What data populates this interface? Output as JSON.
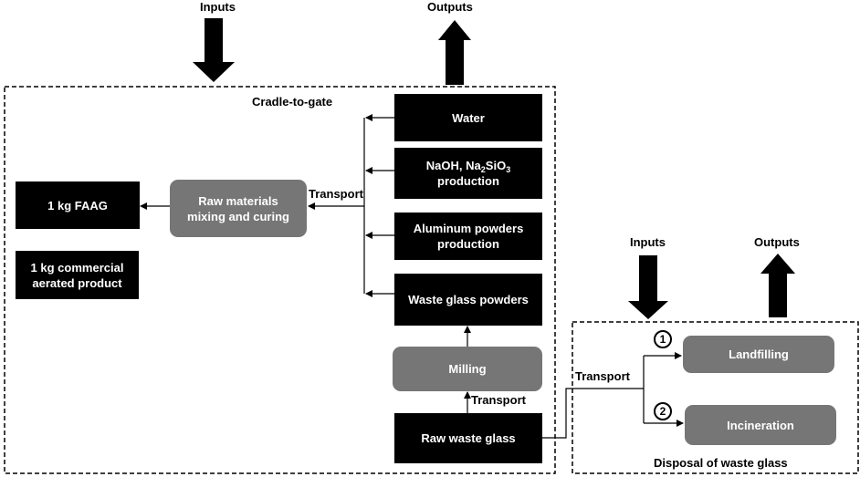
{
  "labels": {
    "inputs_main": "Inputs",
    "outputs_main": "Outputs",
    "cradle_to_gate": "Cradle-to-gate",
    "transport_left": "Transport",
    "transport_milling": "Transport",
    "transport_disposal": "Transport",
    "inputs_disposal": "Inputs",
    "outputs_disposal": "Outputs",
    "disposal_title": "Disposal of waste glass"
  },
  "boxes": {
    "water": "Water",
    "naoh_prefix": "NaOH, Na",
    "naoh_sub1": "2",
    "naoh_mid": "SiO",
    "naoh_sub2": "3",
    "naoh_line2": "production",
    "aluminum_line1": "Aluminum powders",
    "aluminum_line2": "production",
    "waste_glass_powders": "Waste glass powders",
    "milling": "Milling",
    "raw_waste_glass": "Raw waste glass",
    "raw_materials_line1": "Raw materials",
    "raw_materials_line2": "mixing and curing",
    "faag": "1 kg FAAG",
    "commercial_line1": "1 kg commercial",
    "commercial_line2": "aerated product",
    "landfilling": "Landfilling",
    "incineration": "Incineration"
  },
  "markers": {
    "one": "1",
    "two": "2"
  }
}
